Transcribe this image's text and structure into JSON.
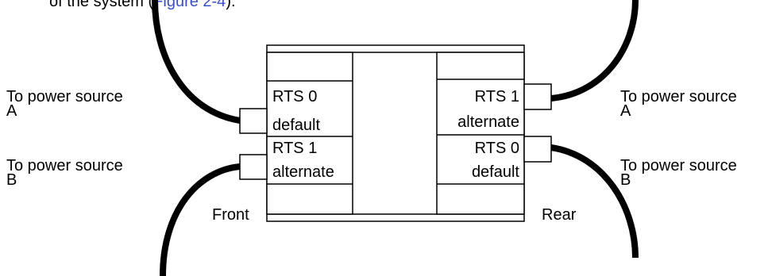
{
  "top_text_fragment": "of the system (",
  "top_link_fragment": "Figure 2-4",
  "top_text_tail": ").",
  "colors": {
    "line": "#000000",
    "link": "#3a4fc2",
    "background": "#ffffff"
  },
  "labels": {
    "front": "Front",
    "rear": "Rear",
    "left_power_a": {
      "line1": "To power source",
      "line2": "A"
    },
    "left_power_b": {
      "line1": "To power source",
      "line2": "B"
    },
    "right_power_a": {
      "line1": "To power source",
      "line2": "A"
    },
    "right_power_b": {
      "line1": "To power source",
      "line2": "B"
    }
  },
  "front_ports": [
    {
      "name": "RTS 0",
      "role": "default"
    },
    {
      "name": "RTS 1",
      "role": "alternate"
    }
  ],
  "rear_ports": [
    {
      "name": "RTS 1",
      "role": "alternate"
    },
    {
      "name": "RTS 0",
      "role": "default"
    }
  ]
}
